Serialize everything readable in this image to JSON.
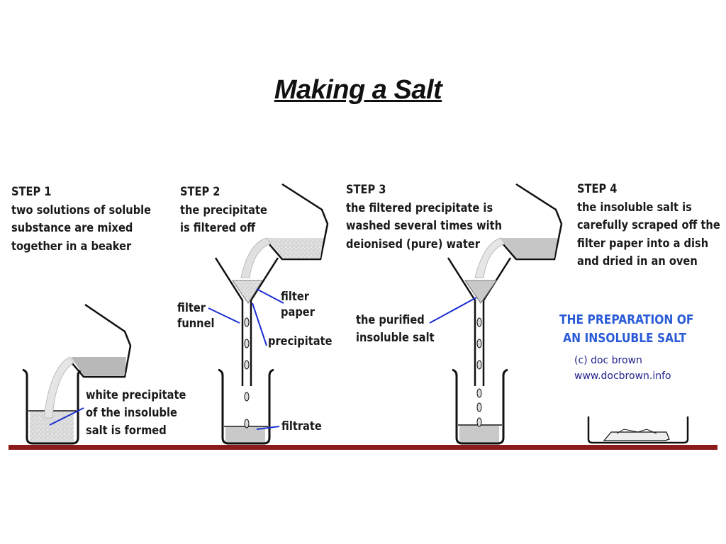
{
  "title": "Making a Salt",
  "steps": [
    {
      "heading": "STEP 1",
      "lines": [
        "two solutions of soluble",
        "substance are mixed",
        "together in a beaker"
      ]
    },
    {
      "heading": "STEP 2",
      "lines": [
        "the precipitate",
        "is filtered off"
      ]
    },
    {
      "heading": "STEP 3",
      "lines": [
        "the filtered precipitate is",
        "washed several times with",
        "deionised (pure) water"
      ]
    },
    {
      "heading": "STEP 4",
      "lines": [
        "the insoluble salt is",
        "carefully scraped off the",
        "filter paper into a dish",
        "and dried in an oven"
      ]
    }
  ],
  "labels": {
    "white_precipitate": [
      "white precipitate",
      "of the insoluble",
      "salt is formed"
    ],
    "filter_funnel": [
      "filter",
      "funnel"
    ],
    "filter_paper": [
      "filter",
      "paper"
    ],
    "precipitate": "precipitate",
    "filtrate": "filtrate",
    "purified_salt": [
      "the purified",
      "insoluble salt"
    ]
  },
  "credit_box": {
    "title_lines": [
      "THE PREPARATION OF",
      "AN INSOLUBLE SALT"
    ],
    "author": "(c) doc brown",
    "website": "www.docbrown.info"
  },
  "colors": {
    "title_blue": "#2a5bd7",
    "bench": "#8b1a1a",
    "liquid": "#c9c9c9",
    "pointer": "#1a2fd0"
  }
}
